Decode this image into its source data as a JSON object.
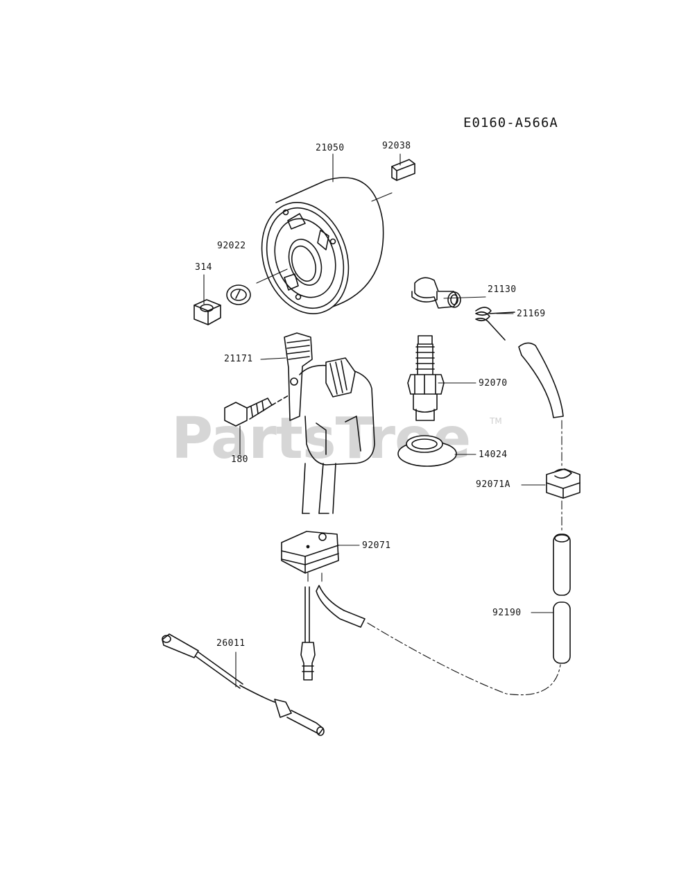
{
  "diagram_id": "E0160-A566A",
  "watermark": {
    "brand": "PartsTree",
    "tm": "TM"
  },
  "callouts": {
    "p21050": "21050",
    "p92038": "92038",
    "p92022": "92022",
    "p314": "314",
    "p21130": "21130",
    "p21169": "21169",
    "p21171": "21171",
    "p92070": "92070",
    "p180": "180",
    "p14024": "14024",
    "p92071A": "92071A",
    "p92071": "92071",
    "p92190": "92190",
    "p26011": "26011"
  },
  "colors": {
    "ink": "#111111",
    "watermark": "#d6d6d6",
    "background": "#ffffff"
  }
}
